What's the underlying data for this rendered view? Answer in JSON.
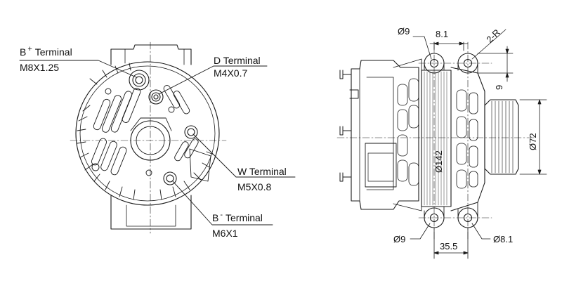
{
  "terminals": {
    "b_plus": {
      "letter": "B",
      "sup": "+",
      "word": "Terminal",
      "thread": "M8X1.25"
    },
    "d": {
      "name": "D Terminal",
      "thread": "M4X0.7"
    },
    "w": {
      "name": "W Terminal",
      "thread": "M5X0.8"
    },
    "b_minus": {
      "letter": "B",
      "sup": "-",
      "word": "Terminal",
      "thread": "M6X1"
    }
  },
  "dimensions": {
    "hole_top": "Ø9",
    "spacing_top": "8.1",
    "radius": "2-R",
    "height_9": "9",
    "body_dia": "Ø142",
    "pulley_dia": "Ø72",
    "hole_bottom": "Ø9",
    "spacing_bottom": "35.5",
    "hole_bottom_right": "Ø8.1"
  },
  "colors": {
    "line": "#1a1a1a",
    "background": "#ffffff"
  }
}
